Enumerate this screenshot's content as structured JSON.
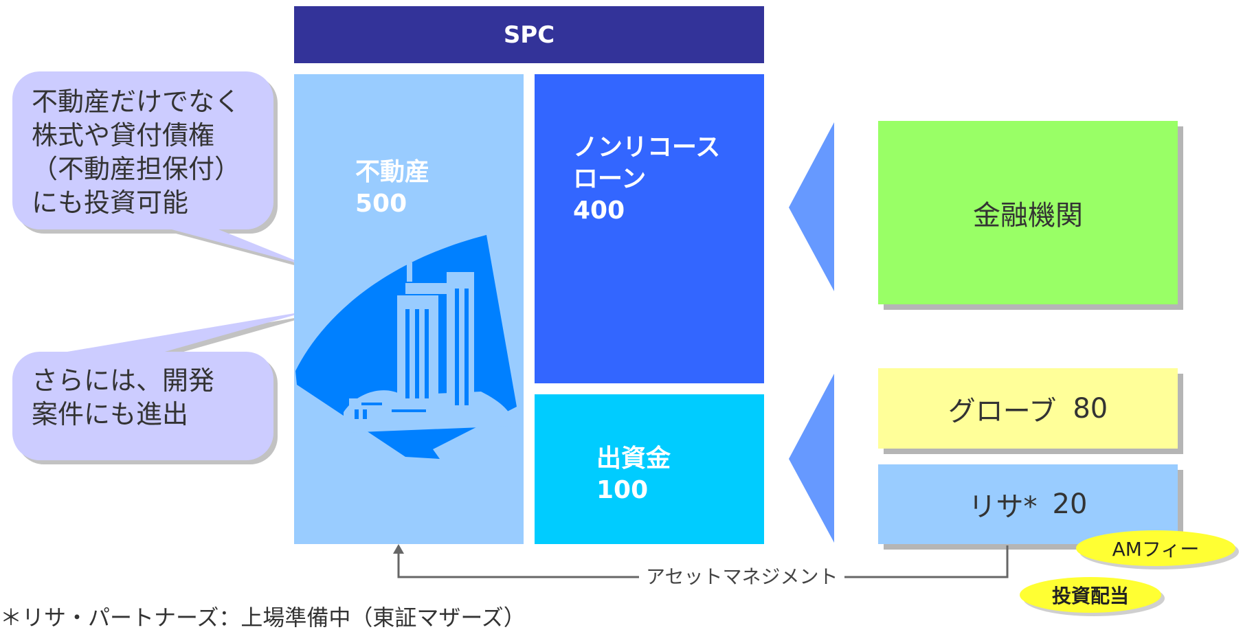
{
  "spc": {
    "title": "SPC"
  },
  "real_estate": {
    "label": "不動産",
    "value": "500"
  },
  "nonrecourse_loan": {
    "label_line1": "ノンリコース",
    "label_line2": "ローン",
    "value": "400"
  },
  "equity": {
    "label": "出資金",
    "value": "100"
  },
  "callouts": {
    "top": {
      "lines": [
        "不動産だけでなく",
        "株式や貸付債権",
        "（不動産担保付）",
        "にも投資可能"
      ]
    },
    "bottom": {
      "lines": [
        "さらには、開発",
        "案件にも進出"
      ]
    }
  },
  "lenders": {
    "label": "金融機関"
  },
  "investors": {
    "grove": {
      "name": "グローブ",
      "amount": "80"
    },
    "risa": {
      "name": "リサ*",
      "amount": "20"
    }
  },
  "badges": {
    "am_fee": "AMフィー",
    "dividend": "投資配当"
  },
  "flow": {
    "asset_management": "アセットマネジメント"
  },
  "footnote": {
    "text": "＊リサ・パートナーズ：上場準備中（東証マザーズ）"
  },
  "icons": {
    "building": "building-icon"
  },
  "colors": {
    "spc": "#333399",
    "real_estate": "#99ccff",
    "loan": "#3366ff",
    "equity": "#00ccff",
    "lenders": "#99ff66",
    "grove": "#ffff99",
    "risa": "#99ccff",
    "badge": "#ffff33",
    "callout": "#ccccff"
  }
}
